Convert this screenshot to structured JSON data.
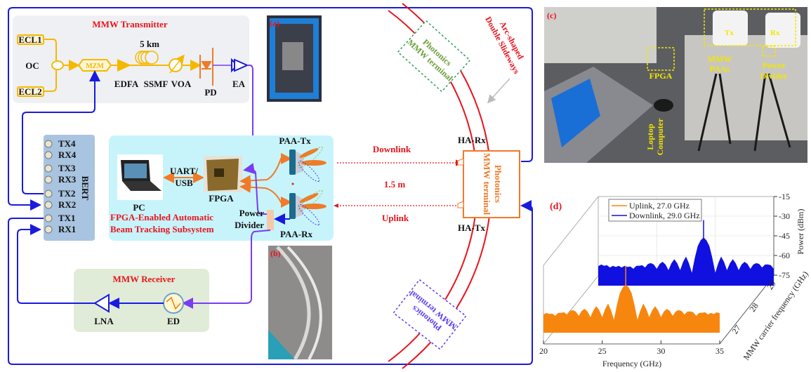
{
  "transmitter": {
    "title": "MMW Transmitter",
    "ecl1": "ECL1",
    "ecl2": "ECL2",
    "oc": "OC",
    "mzm": "MZM",
    "edfa": "EDFA",
    "ssmf": "SSMF",
    "fiber_length": "5 km",
    "voa": "VOA",
    "pd": "PD",
    "ea": "EA"
  },
  "bert": {
    "title": "BERT",
    "ports": [
      "TX4",
      "RX4",
      "TX3",
      "RX3",
      "TX2",
      "RX2",
      "TX1",
      "RX1"
    ]
  },
  "tracking": {
    "title_line1": "FPGA-Enabled Automatic",
    "title_line2": "Beam Tracking Subsystem",
    "pc": "PC",
    "link_line1": "UART/",
    "link_line2": "USB",
    "fpga": "FPGA",
    "power_divider_line1": "Power",
    "power_divider_line2": "Divider",
    "paa_tx": "PAA-Tx",
    "paa_rx": "PAA-Rx"
  },
  "receiver": {
    "title": "MMW Receiver",
    "lna": "LNA",
    "ed": "ED"
  },
  "link": {
    "downlink": "Downlink",
    "distance": "1.5 m",
    "uplink": "Uplink",
    "ha_rx": "HA-Rx",
    "ha_tx": "HA-Tx",
    "terminal_line1": "Photonics",
    "terminal_line2": "MMW terminal",
    "slideways_line1": "Arc-shaped",
    "slideways_line2": "Double Slideways"
  },
  "photos": {
    "a_label": "(a)",
    "b_label": "(b)",
    "c_label": "(c)",
    "c_tx": "Tx",
    "c_rx": "Rx",
    "c_paas_line1": "MMW",
    "c_paas_line2": "PAAs",
    "c_fpga": "FPGA",
    "c_divider_line1": "Power",
    "c_divider_line2": "Divider",
    "c_laptop_line1": "Loptop",
    "c_laptop_line2": "Computer"
  },
  "colors": {
    "optical": "#f5b800",
    "electrical": "#1a1adf",
    "rf": "#7a3cf0",
    "control": "#f07a28",
    "slideway": "#e8141c",
    "terminal": "#f07a28"
  },
  "chart_data": {
    "type": "area",
    "panel_label": "(d)",
    "xlabel": "Frequency (GHz)",
    "ylabel": "MMW carrier frequency (GHz)",
    "zlabel": "Power (dBm)",
    "xlim": [
      20,
      35
    ],
    "xticks": [
      "20",
      "25",
      "30",
      "35"
    ],
    "zlim": [
      -75,
      -15
    ],
    "zticks": [
      "-15",
      "-30",
      "-45",
      "-60",
      "-75"
    ],
    "yticks": [
      "29",
      "28",
      "27"
    ],
    "grid": true,
    "legend": "top",
    "x": [
      20,
      20.5,
      21,
      21.5,
      22,
      22.5,
      23,
      23.5,
      24,
      24.5,
      25,
      25.5,
      26,
      26.5,
      27,
      27.5,
      28,
      28.5,
      29,
      29.5,
      30,
      30.5,
      31,
      31.5,
      32,
      32.5,
      33,
      33.5,
      34,
      34.5,
      35
    ],
    "series": [
      {
        "name": "Uplink, 27.0 GHz",
        "carrier_ghz": 27.0,
        "color": "#f7860f",
        "carrier_peak_dbm": -32,
        "values": [
          -70,
          -68,
          -71,
          -67,
          -70,
          -65,
          -71,
          -64,
          -72,
          -62,
          -72,
          -60,
          -74,
          -52,
          -47,
          -52,
          -74,
          -60,
          -72,
          -62,
          -72,
          -64,
          -71,
          -65,
          -70,
          -66,
          -71,
          -67,
          -70,
          -68,
          -69
        ]
      },
      {
        "name": "Downlink, 29.0 GHz",
        "carrier_ghz": 29.0,
        "color": "#1010e0",
        "carrier_peak_dbm": -33,
        "values": [
          -69,
          -67,
          -70,
          -68,
          -70,
          -68,
          -71,
          -67,
          -70,
          -65,
          -71,
          -64,
          -72,
          -62,
          -72,
          -60,
          -74,
          -52,
          -47,
          -52,
          -74,
          -60,
          -72,
          -62,
          -72,
          -64,
          -71,
          -65,
          -70,
          -66,
          -71
        ]
      }
    ]
  }
}
